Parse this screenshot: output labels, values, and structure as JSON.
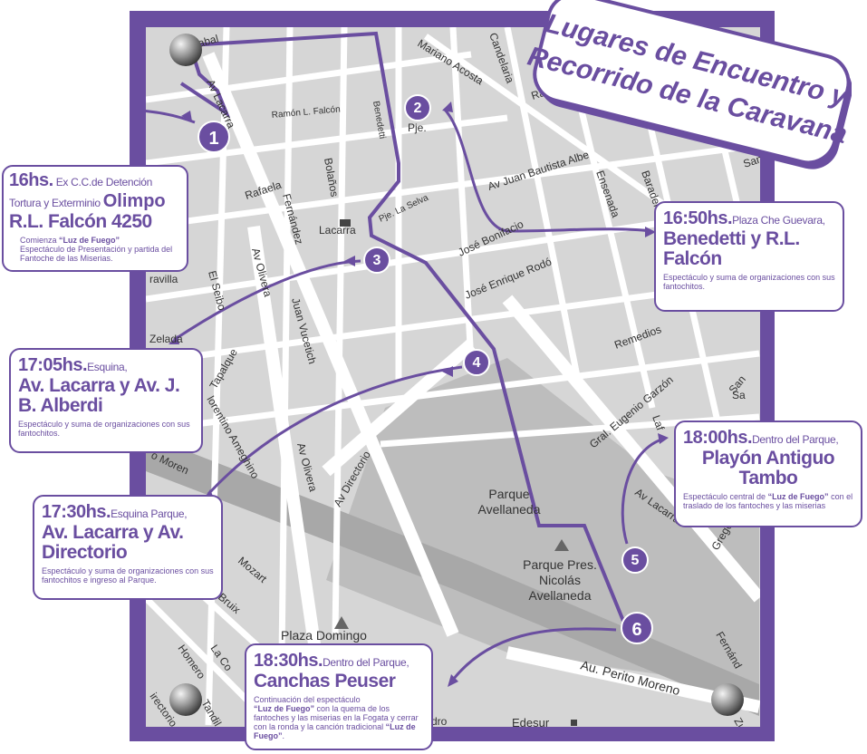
{
  "title": {
    "line1": "Lugares de Encuentro y",
    "line2": "Recorrido de la Caravana"
  },
  "streets": {
    "ramon_falcon": "Ramón L. Falcón",
    "benedetti": "Benedetti",
    "bolanos": "Bolaños",
    "pje": "Pje.",
    "mariano_acosta": "Mariano Acosta",
    "candelaria": "Candelaria",
    "rafaela_top": "Rafaela",
    "juan_bautista_alberdi": "Av Juan Bautista Albe",
    "ensenada": "Ensenada",
    "baradero": "Baradero",
    "san_top": "San",
    "av_lacarra_top": "Av Lacarra",
    "rafaela": "Rafaela",
    "fernandez": "Fernández",
    "lacarra": "Lacarra",
    "pje_la_selva": "Pje. La Selva",
    "jose_bonifacio": "José Bonifacio",
    "jose_enrique_rodo": "José Enrique Rodó",
    "el_seibo": "El Seibo",
    "av_olivera_up": "Av Olivera",
    "juan_vucetich": "Juan Vucetich",
    "tapalque": "Tapalque",
    "zelada": "Zelada",
    "ravilla": "ravilla",
    "remedios": "Remedios",
    "gral_eugenio_garzon": "Gral. Eugenio Garzón",
    "lafuente": "Laf",
    "san_right": "San",
    "florentino_ameghino": "lorentino Ameghino",
    "av_olivera_low": "Av Olivera",
    "av_directorio": "Av Directorio",
    "parque_avellaneda": "Parque\nAvellaneda",
    "av_lacarra_right": "Av Lacarra",
    "gregorio": "Grego",
    "moreno_left": "o Moren",
    "mozart": "Mozart",
    "bruix": "Bruix",
    "parque_pres": "Parque Pres.\nNicolás\nAvellaneda",
    "plaza_domingo": "Plaza Domingo",
    "homero": "Homero",
    "la_co": "La Co",
    "directorio_low": "irectorio",
    "tandil": "Tandil",
    "au_perito_moreno": "Au. Perito Moreno",
    "fernandez_right": "Fernánd",
    "edesur": "Edesur",
    "zu": "Zu",
    "baal": "abal",
    "sa": "Sa",
    "ro": "dro"
  },
  "numbers": [
    "1",
    "2",
    "3",
    "4",
    "5",
    "6"
  ],
  "stops": [
    {
      "time": "16hs.",
      "place_small": " Ex C.C.de Detención",
      "line2_small": "Tortura y Exterminio ",
      "line2_big": "Olimpo",
      "place": "R.L. Falcón 4250",
      "desc_prefix": "Comienza ",
      "desc_bold": "“Luz de Fuego”",
      "desc_rest": "Espectáculo de Presentación y partida del Fantoche de las Miserias."
    },
    {
      "time": "16:50hs.",
      "place_small": "Plaza Che Guevara,",
      "place": "Benedetti y R.L. Falcón",
      "desc": "Espectáculo  y suma de organizaciones con sus fantochitos."
    },
    {
      "time": "17:05hs.",
      "place_small": "Esquina,",
      "place": "Av. Lacarra y Av. J. B. Alberdi",
      "desc": "Espectáculo  y suma de organizaciones con sus fantochitos."
    },
    {
      "time": "17:30hs.",
      "place_small": "Esquina Parque,",
      "place": "Av. Lacarra y Av. Directorio",
      "desc": "Espectáculo  y suma de organizaciones con sus fantochitos e ingreso al Parque."
    },
    {
      "time": "18:00hs.",
      "place_small": "Dentro del Parque,",
      "place": "Playón Antiguo Tambo",
      "desc_prefix": "Espectáculo central de ",
      "desc_bold": "“Luz de Fuego”",
      "desc_rest": "con el traslado de los fantoches y las miserias"
    },
    {
      "time": "18:30hs.",
      "place_small": "Dentro del Parque,",
      "place": "Canchas Peuser",
      "desc_a": "Continuación del espectáculo",
      "desc_bold": "“Luz de Fuego”",
      "desc_b": " con la quema de los fantoches y las miserias en la Fogata y cerrar con la ronda y  la canción tradicional ",
      "desc_bold2": "“Luz de Fuego”",
      "desc_end": "."
    }
  ],
  "colors": {
    "accent": "#6a4ea0",
    "map": "#d6d6d6",
    "park": "#bdbdbd",
    "road": "#ffffff"
  }
}
